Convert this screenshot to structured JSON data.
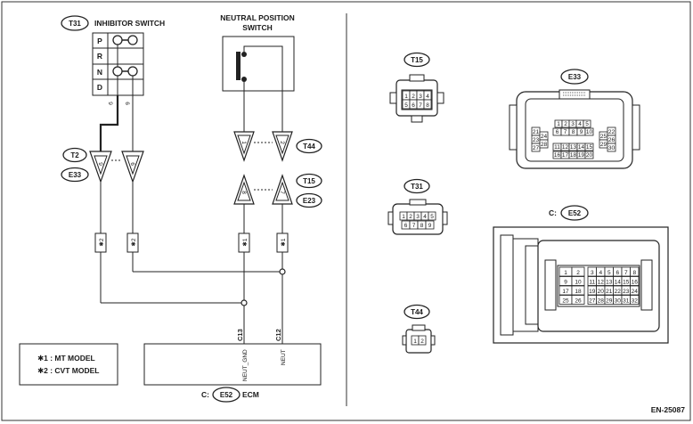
{
  "connectors": {
    "t31": "T31",
    "t2": "T2",
    "e33": "E33",
    "t44": "T44",
    "t15": "T15",
    "e23": "E23",
    "e52": "E52"
  },
  "titles": {
    "inhibitor_switch": "INHIBITOR SWITCH",
    "neutral_position_switch_line1": "NEUTRAL POSITION",
    "neutral_position_switch_line2": "SWITCH",
    "ecm": "ECM",
    "c_prefix": "C:",
    "doc_code": "EN-25087"
  },
  "inhibitor_positions": [
    "P",
    "R",
    "N",
    "D"
  ],
  "inhibitor_pins": {
    "left": "9",
    "right": "6"
  },
  "pins": {
    "t2_e33_left": "9",
    "t2_e33_right": "6",
    "t44_left": "1",
    "t44_right": "2",
    "t15_left": "8",
    "t15_right": "7"
  },
  "marks": {
    "star2": "✱2",
    "star1": "✱1"
  },
  "ecm_pins": {
    "c13": "C13",
    "c12": "C12",
    "neut_gnd": "NEUT_GND",
    "neut": "NEUT"
  },
  "legend": {
    "row1": "✱1  : MT MODEL",
    "row2": "✱2  : CVT MODEL"
  },
  "connector_views": {
    "t15": {
      "top": [
        "1",
        "2",
        "3",
        "4"
      ],
      "bottom": [
        "5",
        "6",
        "7",
        "8"
      ]
    },
    "t31": {
      "top": [
        "1",
        "2",
        "3",
        "4",
        "5"
      ],
      "bottom": [
        "6",
        "7",
        "8",
        "9"
      ]
    },
    "t44": [
      "1",
      "2"
    ],
    "e33": {
      "top": [
        "1",
        "2",
        "3",
        "4",
        "5"
      ],
      "row2": [
        "6",
        "7",
        "8",
        "9",
        "10"
      ],
      "left_a": [
        "21",
        "23",
        "27"
      ],
      "left_b": [
        "24",
        "28"
      ],
      "right_a": [
        "22",
        "26",
        "30"
      ],
      "right_b": [
        "25",
        "29"
      ],
      "row3": [
        "11",
        "12",
        "13",
        "14",
        "15"
      ],
      "row4": [
        "16",
        "17",
        "18",
        "19",
        "20"
      ]
    },
    "e52": [
      [
        "1",
        "2",
        "3",
        "4",
        "5",
        "6",
        "7",
        "8"
      ],
      [
        "9",
        "10",
        "11",
        "12",
        "13",
        "14",
        "15",
        "16"
      ],
      [
        "17",
        "18",
        "19",
        "20",
        "21",
        "22",
        "23",
        "24"
      ],
      [
        "25",
        "26",
        "27",
        "28",
        "29",
        "30",
        "31",
        "32"
      ]
    ]
  }
}
